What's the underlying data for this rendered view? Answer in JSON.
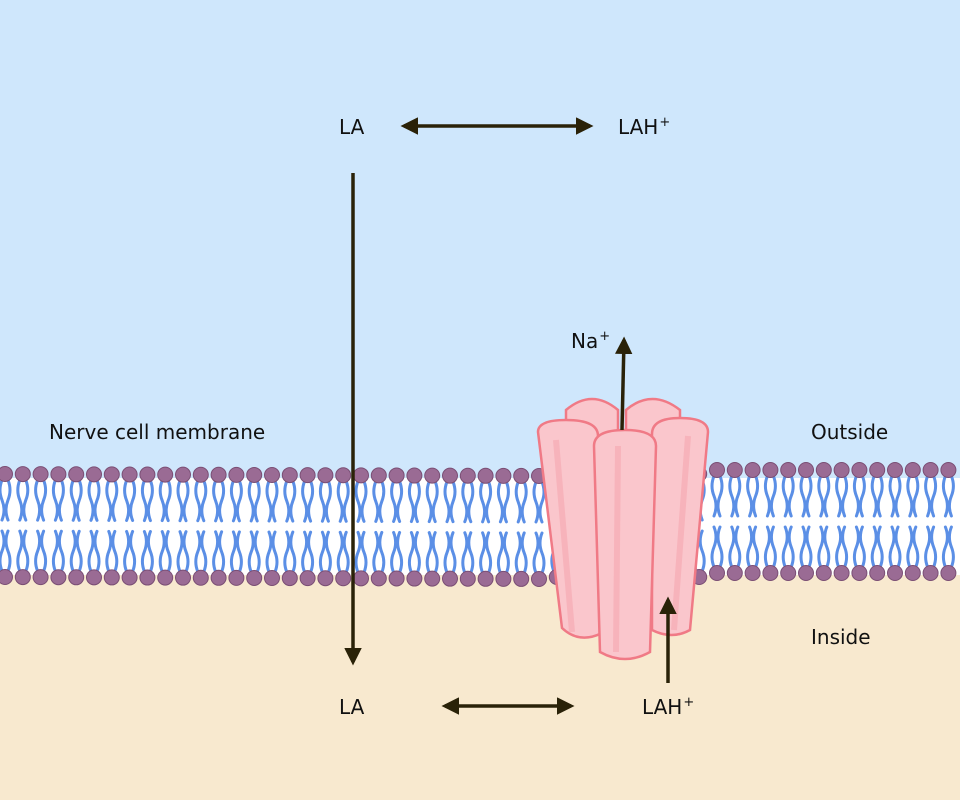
{
  "labels": {
    "la_out": "LA",
    "lah_out": "LAH",
    "lah_out_sup": "+",
    "na": "Na",
    "na_sup": "+",
    "membrane": "Nerve cell membrane",
    "outside": "Outside",
    "inside": "Inside",
    "la_in": "LA",
    "lah_in": "LAH",
    "lah_in_sup": "+"
  },
  "colors": {
    "outside_bg": "#cfe7fc",
    "inside_bg": "#f8e9cf",
    "lipid_head": "#9a6b94",
    "lipid_head_stroke": "#7a4e74",
    "lipid_tail": "#5b8fe6",
    "channel_fill": "#fac6cc",
    "channel_stroke": "#f07a86",
    "channel_highlight": "#f7b3bb",
    "arrow": "#2a2208"
  }
}
